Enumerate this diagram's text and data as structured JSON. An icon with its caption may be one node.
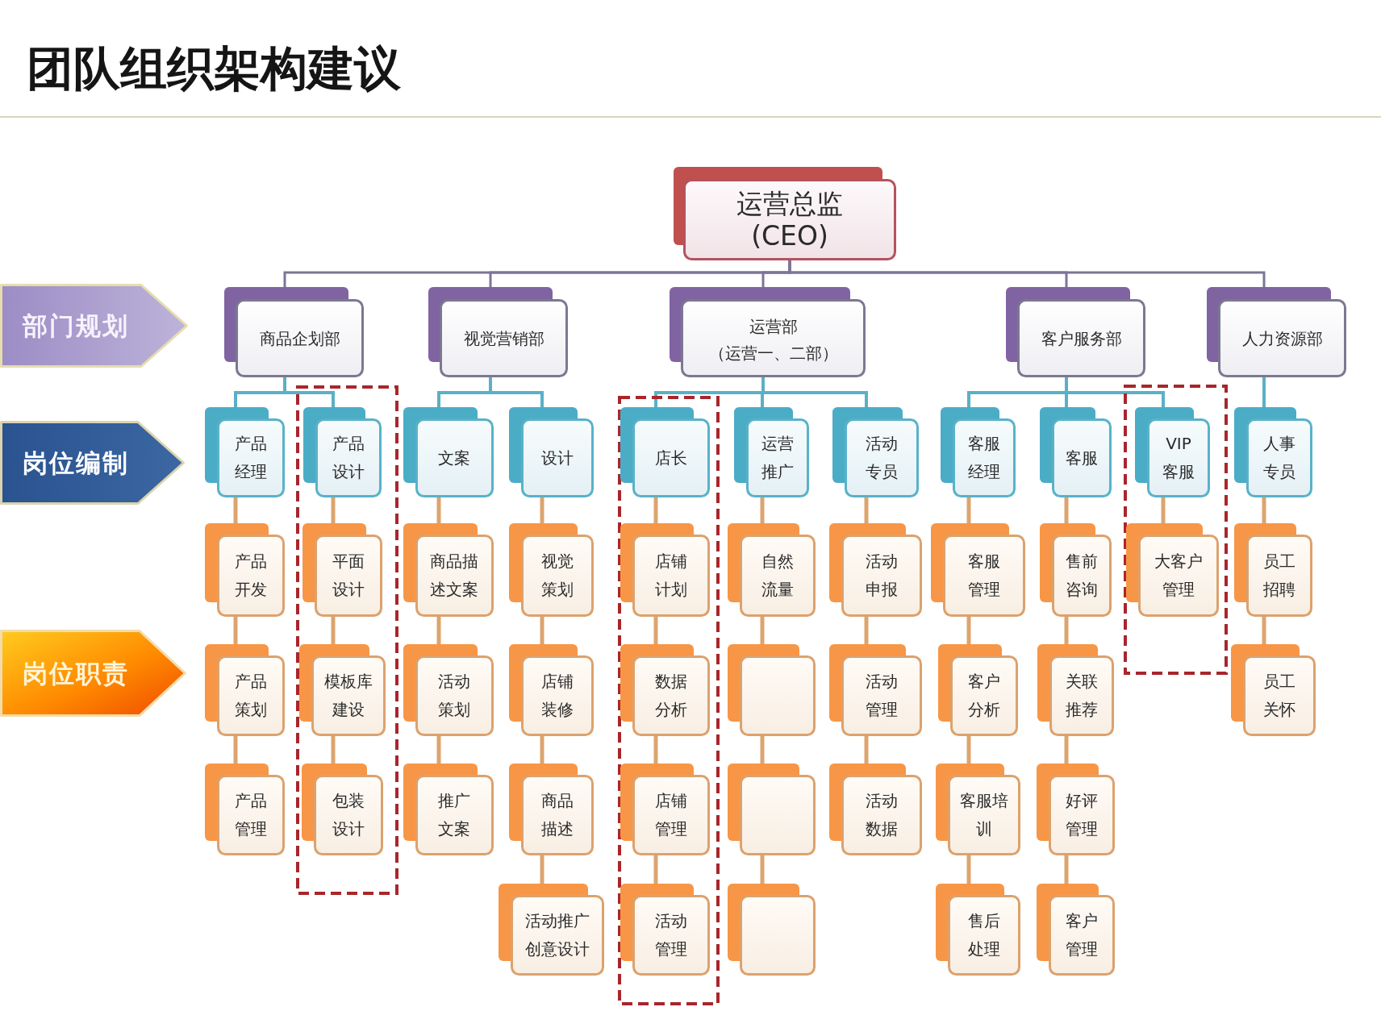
{
  "diagram": {
    "title": "团队组织架构建议",
    "nodes": [
      {
        "text": [
          "部门规划"
        ]
      },
      {
        "text": [
          "岗位编制"
        ]
      },
      {
        "text": [
          "岗位职责"
        ]
      },
      {
        "text": [
          "运营总监 (CEO)"
        ]
      },
      {
        "text": [
          "商品企划部"
        ]
      },
      {
        "text": [
          "视觉营销部"
        ]
      },
      {
        "text": [
          "运营部",
          "（运营一、二部）"
        ]
      },
      {
        "text": [
          "客户服务部"
        ]
      },
      {
        "text": [
          "人力资源部"
        ]
      },
      {
        "text": [
          "产品经理"
        ]
      },
      {
        "text": [
          "产品开发"
        ]
      },
      {
        "text": [
          "产品策划"
        ]
      },
      {
        "text": [
          "产品管理"
        ]
      },
      {
        "text": [],
        "shape": "box"
      },
      {
        "text": [
          "产品设计"
        ],
        "in": 13
      },
      {
        "text": [
          "平面设计"
        ],
        "in": 13
      },
      {
        "text": [
          "模板库建设"
        ],
        "in": 13
      },
      {
        "text": [
          "包装设计"
        ],
        "in": 13
      },
      {
        "text": [
          "文案"
        ]
      },
      {
        "text": [
          "商品描述文案"
        ]
      },
      {
        "text": [
          "活动策划"
        ]
      },
      {
        "text": [
          "推广文案"
        ]
      },
      {
        "text": [
          "设计"
        ]
      },
      {
        "text": [
          "视觉策划"
        ]
      },
      {
        "text": [
          "店铺装修"
        ]
      },
      {
        "text": [
          "商品描述"
        ]
      },
      {
        "text": [
          "活动推广创意设计"
        ]
      },
      {
        "text": [],
        "shape": "box"
      },
      {
        "text": [
          "店长"
        ],
        "in": 27
      },
      {
        "text": [
          "店铺计划"
        ],
        "in": 27
      },
      {
        "text": [
          "数据分析"
        ],
        "in": 27
      },
      {
        "text": [
          "店铺管理"
        ],
        "in": 27
      },
      {
        "text": [
          "活动管理"
        ],
        "in": 27
      },
      {
        "text": [
          "运营推广"
        ]
      },
      {
        "text": [
          "自然流量"
        ]
      },
      {
        "text": [],
        "shape": "box"
      },
      {
        "text": [],
        "shape": "box"
      },
      {
        "text": [],
        "shape": "box"
      },
      {
        "text": [
          "活动专员"
        ]
      },
      {
        "text": [
          "活动申报"
        ]
      },
      {
        "text": [
          "活动管理"
        ]
      },
      {
        "text": [
          "活动数据"
        ]
      },
      {
        "text": [
          "客服经理"
        ]
      },
      {
        "text": [
          "客服管理"
        ]
      },
      {
        "text": [
          "客户分析"
        ]
      },
      {
        "text": [
          "客服培训"
        ]
      },
      {
        "text": [
          "售后处理"
        ]
      },
      {
        "text": [
          "客服"
        ]
      },
      {
        "text": [
          "售前咨询"
        ]
      },
      {
        "text": [
          "关联推荐"
        ]
      },
      {
        "text": [
          "好评管理"
        ]
      },
      {
        "text": [
          "客户管理"
        ]
      },
      {
        "text": [],
        "shape": "box"
      },
      {
        "text": [
          "VIP客服"
        ],
        "in": 52
      },
      {
        "text": [
          "大客户管理"
        ],
        "in": 52
      },
      {
        "text": [
          "人事专员"
        ]
      },
      {
        "text": [
          "员工招聘"
        ]
      },
      {
        "text": [
          "员工关怀"
        ]
      }
    ],
    "edges": [
      {
        "from": 3,
        "to": 4,
        "arrow": "none",
        "color": "#7e7498"
      },
      {
        "from": 3,
        "to": 5,
        "arrow": "none",
        "color": "#7e7498"
      },
      {
        "from": 3,
        "to": 6,
        "arrow": "none",
        "color": "#7e7498"
      },
      {
        "from": 3,
        "to": 7,
        "arrow": "none",
        "color": "#7e7498"
      },
      {
        "from": 3,
        "to": 8,
        "arrow": "none",
        "color": "#7e7498"
      },
      {
        "from": 4,
        "to": 9,
        "arrow": "none",
        "color": "#5bb0c6"
      },
      {
        "from": 4,
        "to": 14,
        "arrow": "none",
        "color": "#5bb0c6"
      },
      {
        "from": 5,
        "to": 18,
        "arrow": "none",
        "color": "#5bb0c6"
      },
      {
        "from": 5,
        "to": 22,
        "arrow": "none",
        "color": "#5bb0c6"
      },
      {
        "from": 6,
        "to": 28,
        "arrow": "none",
        "color": "#5bb0c6"
      },
      {
        "from": 6,
        "to": 33,
        "arrow": "none",
        "color": "#5bb0c6"
      },
      {
        "from": 6,
        "to": 38,
        "arrow": "none",
        "color": "#5bb0c6"
      },
      {
        "from": 7,
        "to": 42,
        "arrow": "none",
        "color": "#5bb0c6"
      },
      {
        "from": 7,
        "to": 47,
        "arrow": "none",
        "color": "#5bb0c6"
      },
      {
        "from": 7,
        "to": 53,
        "arrow": "none",
        "color": "#5bb0c6"
      },
      {
        "from": 8,
        "to": 55,
        "arrow": "none",
        "color": "#5bb0c6"
      },
      {
        "from": 9,
        "to": 10,
        "arrow": "none"
      },
      {
        "from": 10,
        "to": 11,
        "arrow": "none"
      },
      {
        "from": 11,
        "to": 12,
        "arrow": "none"
      },
      {
        "from": 14,
        "to": 15,
        "arrow": "none"
      },
      {
        "from": 15,
        "to": 16,
        "arrow": "none"
      },
      {
        "from": 16,
        "to": 17,
        "arrow": "none"
      },
      {
        "from": 18,
        "to": 19,
        "arrow": "none"
      },
      {
        "from": 19,
        "to": 20,
        "arrow": "none"
      },
      {
        "from": 20,
        "to": 21,
        "arrow": "none"
      },
      {
        "from": 22,
        "to": 23,
        "arrow": "none"
      },
      {
        "from": 23,
        "to": 24,
        "arrow": "none"
      },
      {
        "from": 24,
        "to": 25,
        "arrow": "none"
      },
      {
        "from": 25,
        "to": 26,
        "arrow": "none"
      },
      {
        "from": 28,
        "to": 29,
        "arrow": "none"
      },
      {
        "from": 29,
        "to": 30,
        "arrow": "none"
      },
      {
        "from": 30,
        "to": 31,
        "arrow": "none"
      },
      {
        "from": 31,
        "to": 32,
        "arrow": "none"
      },
      {
        "from": 33,
        "to": 34,
        "arrow": "none"
      },
      {
        "from": 34,
        "to": 35,
        "arrow": "none"
      },
      {
        "from": 35,
        "to": 36,
        "arrow": "none"
      },
      {
        "from": 36,
        "to": 37,
        "arrow": "none"
      },
      {
        "from": 38,
        "to": 39,
        "arrow": "none"
      },
      {
        "from": 39,
        "to": 40,
        "arrow": "none"
      },
      {
        "from": 40,
        "to": 41,
        "arrow": "none"
      },
      {
        "from": 42,
        "to": 43,
        "arrow": "none"
      },
      {
        "from": 43,
        "to": 44,
        "arrow": "none"
      },
      {
        "from": 44,
        "to": 45,
        "arrow": "none"
      },
      {
        "from": 45,
        "to": 46,
        "arrow": "none"
      },
      {
        "from": 47,
        "to": 48,
        "arrow": "none"
      },
      {
        "from": 48,
        "to": 49,
        "arrow": "none"
      },
      {
        "from": 49,
        "to": 50,
        "arrow": "none"
      },
      {
        "from": 50,
        "to": 51,
        "arrow": "none"
      },
      {
        "from": 53,
        "to": 54,
        "arrow": "none"
      },
      {
        "from": 55,
        "to": 56,
        "arrow": "none"
      },
      {
        "from": 56,
        "to": 57,
        "arrow": "none"
      }
    ]
  }
}
